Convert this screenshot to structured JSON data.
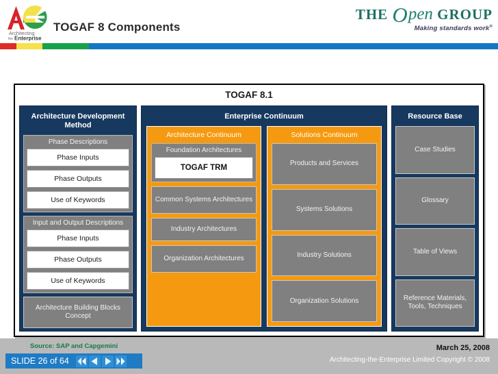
{
  "header": {
    "title": "TOGAF 8 Components",
    "logo_left_alt": "Architecting the Enterprise",
    "logo_left_line1": "Architecting",
    "logo_left_line2_prefix": "the",
    "logo_left_line2": "Enterprise",
    "logo_right_the": "THE",
    "logo_right_o": "O",
    "logo_right_pen": "pen",
    "logo_right_group": "GROUP",
    "logo_right_tagline": "Making standards work",
    "logo_right_tagline_sup": "®"
  },
  "stripe": {
    "colors": [
      "#e02b28",
      "#f6e04b",
      "#17a24a",
      "#1577c4"
    ]
  },
  "diagram": {
    "title": "TOGAF 8.1",
    "columns": [
      {
        "id": "adm",
        "title": "Architecture Development\nMethod",
        "title_line1": "Architecture Development",
        "title_line2": "Method",
        "groups": [
          {
            "label": "Phase Descriptions",
            "items": [
              "Phase Inputs",
              "Phase Outputs",
              "Use of Keywords"
            ]
          },
          {
            "label": "Input and Output Descriptions",
            "items": [
              "Phase Inputs",
              "Phase Outputs",
              "Use of Keywords"
            ]
          }
        ],
        "footer_box": "Architecture Building Blocks\nConcept",
        "footer_box_line1": "Architecture Building Blocks",
        "footer_box_line2": "Concept"
      },
      {
        "id": "ec",
        "title": "Enterprise Continuum",
        "subcolumns": [
          {
            "title": "Architecture Continuum",
            "first_group_label": "Foundation Architectures",
            "first_group_item": "TOGAF TRM",
            "items": [
              "Common Systems\nArchitectures",
              "Industry Architectures",
              "Organization\nArchitectures"
            ],
            "items_display": [
              "Common Systems Architectures",
              "Industry Architectures",
              "Organization Architectures"
            ]
          },
          {
            "title": "Solutions Continuum",
            "items": [
              "Products and Services",
              "Systems Solutions",
              "Industry Solutions",
              "Organization Solutions"
            ]
          }
        ]
      },
      {
        "id": "rb",
        "title": "Resource Base",
        "items": [
          "Case Studies",
          "Glossary",
          "Table of Views",
          "Reference\nMaterials, Tools,\nTechniques"
        ],
        "items_display": [
          "Case Studies",
          "Glossary",
          "Table of Views",
          "Reference Materials, Tools, Techniques"
        ]
      }
    ]
  },
  "footer": {
    "source": "Source: SAP and Capgemini",
    "slide_label": "SLIDE 26 of 64",
    "slide_current": 26,
    "slide_total": 64,
    "nav": [
      "first-slide",
      "previous-slide",
      "next-slide",
      "last-slide"
    ],
    "date": "March 25, 2008",
    "copyright": "Architecting-the-Enterprise Limited Copyright © 2008"
  },
  "colors": {
    "navy": "#17395f",
    "orange": "#F59A10",
    "gray_box": "#808080",
    "slide_bar_blue": "#1f7bc4",
    "source_green": "#1b7a4a"
  }
}
